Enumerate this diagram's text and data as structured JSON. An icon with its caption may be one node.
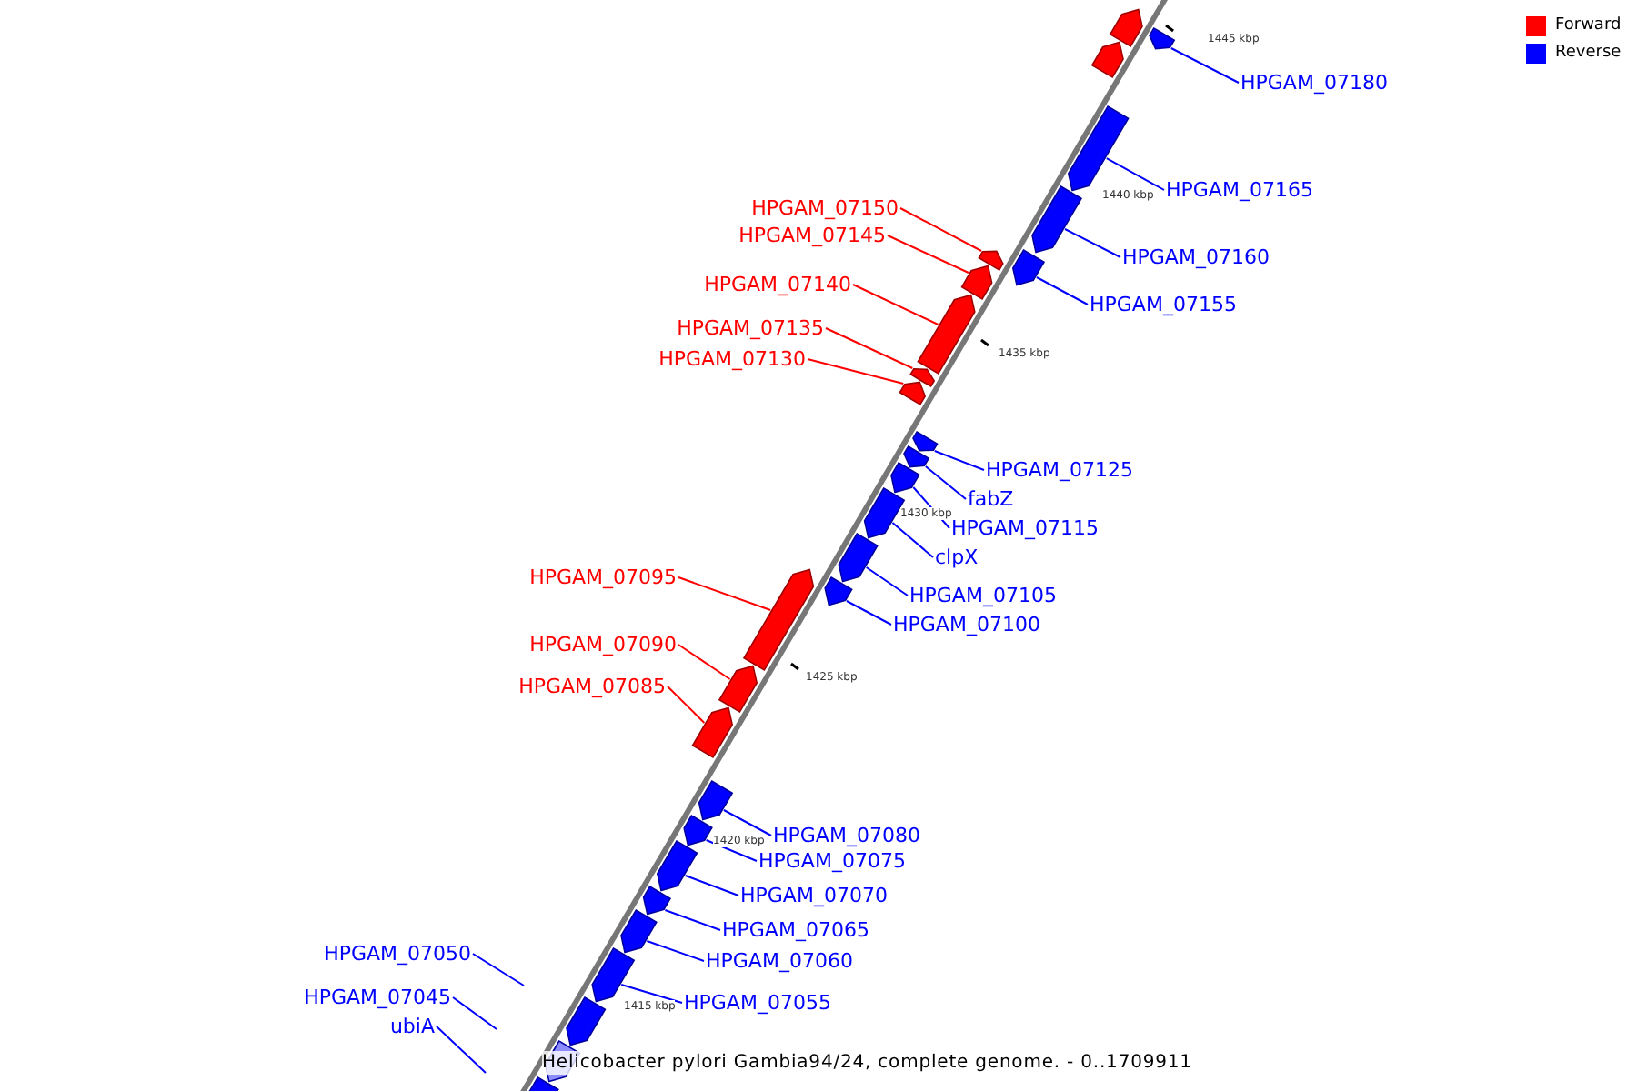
{
  "diagram": {
    "caption": "Helicobacter pylori Gambia94/24, complete genome. - 0..1709911",
    "nodes": [
      {
        "text": [],
        "shape": "arrow"
      },
      {
        "text": [],
        "shape": "arrow"
      },
      {
        "text": [],
        "shape": "arrow"
      },
      {
        "text": [],
        "shape": "arrow"
      },
      {
        "text": [],
        "shape": "arrow"
      },
      {
        "text": [],
        "shape": "arrow"
      },
      {
        "text": [],
        "shape": "arrow"
      },
      {
        "text": [],
        "shape": "arrow"
      },
      {
        "text": [],
        "shape": "arrow"
      },
      {
        "text": [],
        "shape": "arrow"
      },
      {
        "text": [],
        "shape": "arrow"
      },
      {
        "text": [],
        "shape": "arrow"
      },
      {
        "text": [],
        "shape": "arrow"
      },
      {
        "text": [],
        "shape": "arrow"
      },
      {
        "text": [],
        "shape": "arrow"
      },
      {
        "text": [],
        "shape": "arrow"
      },
      {
        "text": [],
        "shape": "arrow"
      },
      {
        "text": [],
        "shape": "arrow"
      },
      {
        "text": [],
        "shape": "arrow"
      },
      {
        "text": [],
        "shape": "arrow"
      },
      {
        "text": [],
        "shape": "arrow"
      },
      {
        "text": [],
        "shape": "arrow"
      },
      {
        "text": [],
        "shape": "arrow"
      },
      {
        "text": [],
        "shape": "arrow"
      },
      {
        "text": [],
        "shape": "arrow"
      },
      {
        "text": [],
        "shape": "arrow"
      },
      {
        "text": [],
        "shape": "arrow"
      },
      {
        "text": [],
        "shape": "arrow"
      },
      {
        "text": [],
        "shape": "arrow"
      },
      {
        "text": [
          "HPGAM_07180"
        ]
      },
      {
        "text": [
          "HPGAM_07165"
        ]
      },
      {
        "text": [
          "HPGAM_07160"
        ]
      },
      {
        "text": [
          "HPGAM_07155"
        ]
      },
      {
        "text": [
          "HPGAM_07150"
        ]
      },
      {
        "text": [
          "HPGAM_07145"
        ]
      },
      {
        "text": [
          "HPGAM_07140"
        ]
      },
      {
        "text": [
          "HPGAM_07135"
        ]
      },
      {
        "text": [
          "HPGAM_07130"
        ]
      },
      {
        "text": [
          "HPGAM_07125"
        ]
      },
      {
        "text": [
          "fabZ"
        ]
      },
      {
        "text": [
          "HPGAM_07115"
        ]
      },
      {
        "text": [
          "clpX"
        ]
      },
      {
        "text": [
          "HPGAM_07105"
        ]
      },
      {
        "text": [
          "HPGAM_07100"
        ]
      },
      {
        "text": [
          "HPGAM_07095"
        ]
      },
      {
        "text": [
          "HPGAM_07090"
        ]
      },
      {
        "text": [
          "HPGAM_07085"
        ]
      },
      {
        "text": [
          "HPGAM_07080"
        ]
      },
      {
        "text": [
          "HPGAM_07075"
        ]
      },
      {
        "text": [
          "HPGAM_07070"
        ]
      },
      {
        "text": [
          "HPGAM_07065"
        ]
      },
      {
        "text": [
          "HPGAM_07060"
        ]
      },
      {
        "text": [
          "HPGAM_07055"
        ]
      },
      {
        "text": [
          "HPGAM_07050"
        ]
      },
      {
        "text": [
          "HPGAM_07045"
        ]
      },
      {
        "text": [
          "ubiA"
        ]
      }
    ],
    "edges": [
      {
        "from": 29,
        "to": 2,
        "arrow": "none"
      },
      {
        "from": 30,
        "to": 3,
        "arrow": "none"
      },
      {
        "from": 31,
        "to": 4,
        "arrow": "none"
      },
      {
        "from": 32,
        "to": 5,
        "arrow": "none"
      },
      {
        "from": 33,
        "to": 6,
        "arrow": "none",
        "color": "#ff0000"
      },
      {
        "from": 34,
        "to": 7,
        "arrow": "none",
        "color": "#ff0000"
      },
      {
        "from": 35,
        "to": 8,
        "arrow": "none",
        "color": "#ff0000"
      },
      {
        "from": 36,
        "to": 9,
        "arrow": "none",
        "color": "#ff0000"
      },
      {
        "from": 37,
        "to": 10,
        "arrow": "none",
        "color": "#ff0000"
      },
      {
        "from": 38,
        "to": 11,
        "arrow": "none"
      },
      {
        "from": 39,
        "to": 12,
        "arrow": "none"
      },
      {
        "from": 40,
        "to": 13,
        "arrow": "none"
      },
      {
        "from": 41,
        "to": 14,
        "arrow": "none"
      },
      {
        "from": 42,
        "to": 15,
        "arrow": "none"
      },
      {
        "from": 43,
        "to": 16,
        "arrow": "none"
      },
      {
        "from": 44,
        "to": 17,
        "arrow": "none",
        "color": "#ff0000"
      },
      {
        "from": 45,
        "to": 18,
        "arrow": "none",
        "color": "#ff0000"
      },
      {
        "from": 46,
        "to": 19,
        "arrow": "none",
        "color": "#ff0000"
      },
      {
        "from": 47,
        "to": 20,
        "arrow": "none"
      },
      {
        "from": 48,
        "to": 21,
        "arrow": "none"
      },
      {
        "from": 49,
        "to": 22,
        "arrow": "none"
      },
      {
        "from": 50,
        "to": 23,
        "arrow": "none"
      },
      {
        "from": 51,
        "to": 24,
        "arrow": "none"
      },
      {
        "from": 52,
        "to": 25,
        "arrow": "none"
      },
      {
        "from": 53,
        "to": null,
        "arrow": "none"
      },
      {
        "from": 54,
        "to": null,
        "arrow": "none"
      },
      {
        "from": 55,
        "to": null,
        "arrow": "none"
      }
    ],
    "labels": [
      "1445 kbp",
      "1440 kbp",
      "1435 kbp",
      "1430 kbp",
      "1425 kbp",
      "1420 kbp",
      "1415 kbp"
    ],
    "legend": [
      {
        "text": "Forward",
        "color": "#ff0000"
      },
      {
        "text": "Reverse",
        "color": "#0000ff"
      }
    ]
  }
}
